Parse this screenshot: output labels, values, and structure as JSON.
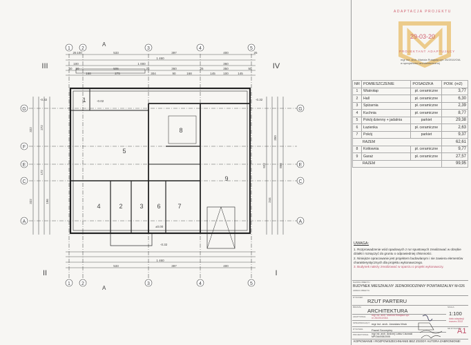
{
  "drawing": {
    "sides": [
      "III",
      "IV",
      "II",
      "I"
    ],
    "axes_numbers": [
      "1",
      "2",
      "3",
      "4",
      "5"
    ],
    "axes_letters_left": [
      "G",
      "F",
      "E",
      "C",
      "A"
    ],
    "axes_letters_right": [
      "G",
      "E",
      "C",
      "A"
    ],
    "top_dims_row1": [
      "25",
      "100",
      "533",
      "397",
      "400",
      "25"
    ],
    "top_dims_total": "1 460",
    "top_dims_row3": [
      "100",
      "1 000",
      "360"
    ],
    "top_dims_row4": [
      "50",
      "50",
      "506",
      "25",
      "360",
      "25",
      "350",
      "50"
    ],
    "top_dims_row5": [
      "168",
      "275",
      "304",
      "90",
      "168",
      "145",
      "100",
      "145"
    ],
    "bottom_dims_total": "1 460",
    "bottom_dims_row": [
      "533",
      "397",
      "400"
    ],
    "rooms": [
      "1",
      "2",
      "3",
      "4",
      "5",
      "6",
      "7",
      "8",
      "9"
    ],
    "levels": [
      "-0.32",
      "-0.02",
      "±0.00",
      "-0.32",
      "-0.32"
    ],
    "section_mark": "A",
    "side_dims": [
      "322",
      "322",
      "272",
      "172",
      "196",
      "244",
      "350",
      "866",
      "922"
    ]
  },
  "stamp": {
    "title": "ADAPTACJA PROJEKTU",
    "date": "29-03-20",
    "subtitle": "PROJEKTANT ADAPTUJĄCY",
    "signature_text": "mgr inż. arch. Mariola Rutajska upr. 26/2010/OIA w specjalności architektonicznej"
  },
  "rooms_table": {
    "headers": [
      "NR",
      "POMIESZCZENIE",
      "POSADZKA",
      "POW. (m2)"
    ],
    "rows1": [
      [
        "1",
        "Wiatrołap",
        "pł. ceramiczne",
        "3,77"
      ],
      [
        "2",
        "Hall",
        "pł. ceramiczne",
        "6,30"
      ],
      [
        "3",
        "Spiżarnia",
        "pł. ceramiczne",
        "2,39"
      ],
      [
        "4",
        "Kuchnia",
        "pł. ceramiczne",
        "8,77"
      ],
      [
        "5",
        "Pokój dzienny + jadalnia",
        "parkiet",
        "29,38"
      ],
      [
        "6",
        "Łazienka",
        "pł. ceramiczne",
        "2,63"
      ],
      [
        "7",
        "Pokój",
        "parkiet",
        "9,37"
      ]
    ],
    "total1_label": "RAZEM",
    "total1": "62,61",
    "rows2": [
      [
        "8",
        "Kotłownia",
        "pł. ceramiczne",
        "9,77"
      ],
      [
        "9",
        "Garaż",
        "pł. ceramiczne",
        "27,57"
      ]
    ],
    "total2_label": "RAZEM",
    "total2": "99,95"
  },
  "notes": {
    "heading": "UWAGA:",
    "items": [
      "1. Rozprowadzenie wód opadowych z rur spustowych zrealizować w obrębie działki i rozsączyć do gruntu o odpowiedniej chłonności.",
      "2. Niniejsze opracowanie jest projektem budowlanym i nie zawiera elementów charakterystycznych dla projektu wykonawczego."
    ],
    "red_item": "3. Budynek należy zrealizować w oparciu o projekt wykonawczy."
  },
  "title_block": {
    "object_label": "NAZWA OBIEKTU",
    "object": "BUDYNEK MIESZKALNY JEDNORODZINNY POWTARZALNY M-026",
    "address_label": "ADRES OBIEKTU",
    "drawing_label": "RYSUNEK",
    "drawing": "RZUT PARTERU",
    "branch_label": "BRANŻA",
    "branch": "ARCHITEKTURA",
    "scale_label": "SKALA",
    "scale": "1:100",
    "adapted_label": "ADAPTOWAŁ",
    "adapted_by": "mgr inż. arch. Mariola Rutajska upr. nr 26/2010/OIA",
    "date_label": "data adaptacji",
    "date": "marzec 2022",
    "checker_label": "SPRAWDZAJĄCY",
    "checker": "mgr inż. arch. Jarosław Mruk",
    "drafter_label": "RYSOWAŁ",
    "drafter": "Paweł Szczepiny",
    "sheet_label": "NR RYSUNKU",
    "sheet": "A1",
    "designer_label": "PROJEKTOWAŁ",
    "designer": "mgr inż. arch. Andrzej Lubicz Lisowski MPOIA/008/2005",
    "footer": "KOPIOWANIE I ROZPOWSZECHNIANIE BEZ ZGODY AUTORA ZABRONIONE!"
  }
}
